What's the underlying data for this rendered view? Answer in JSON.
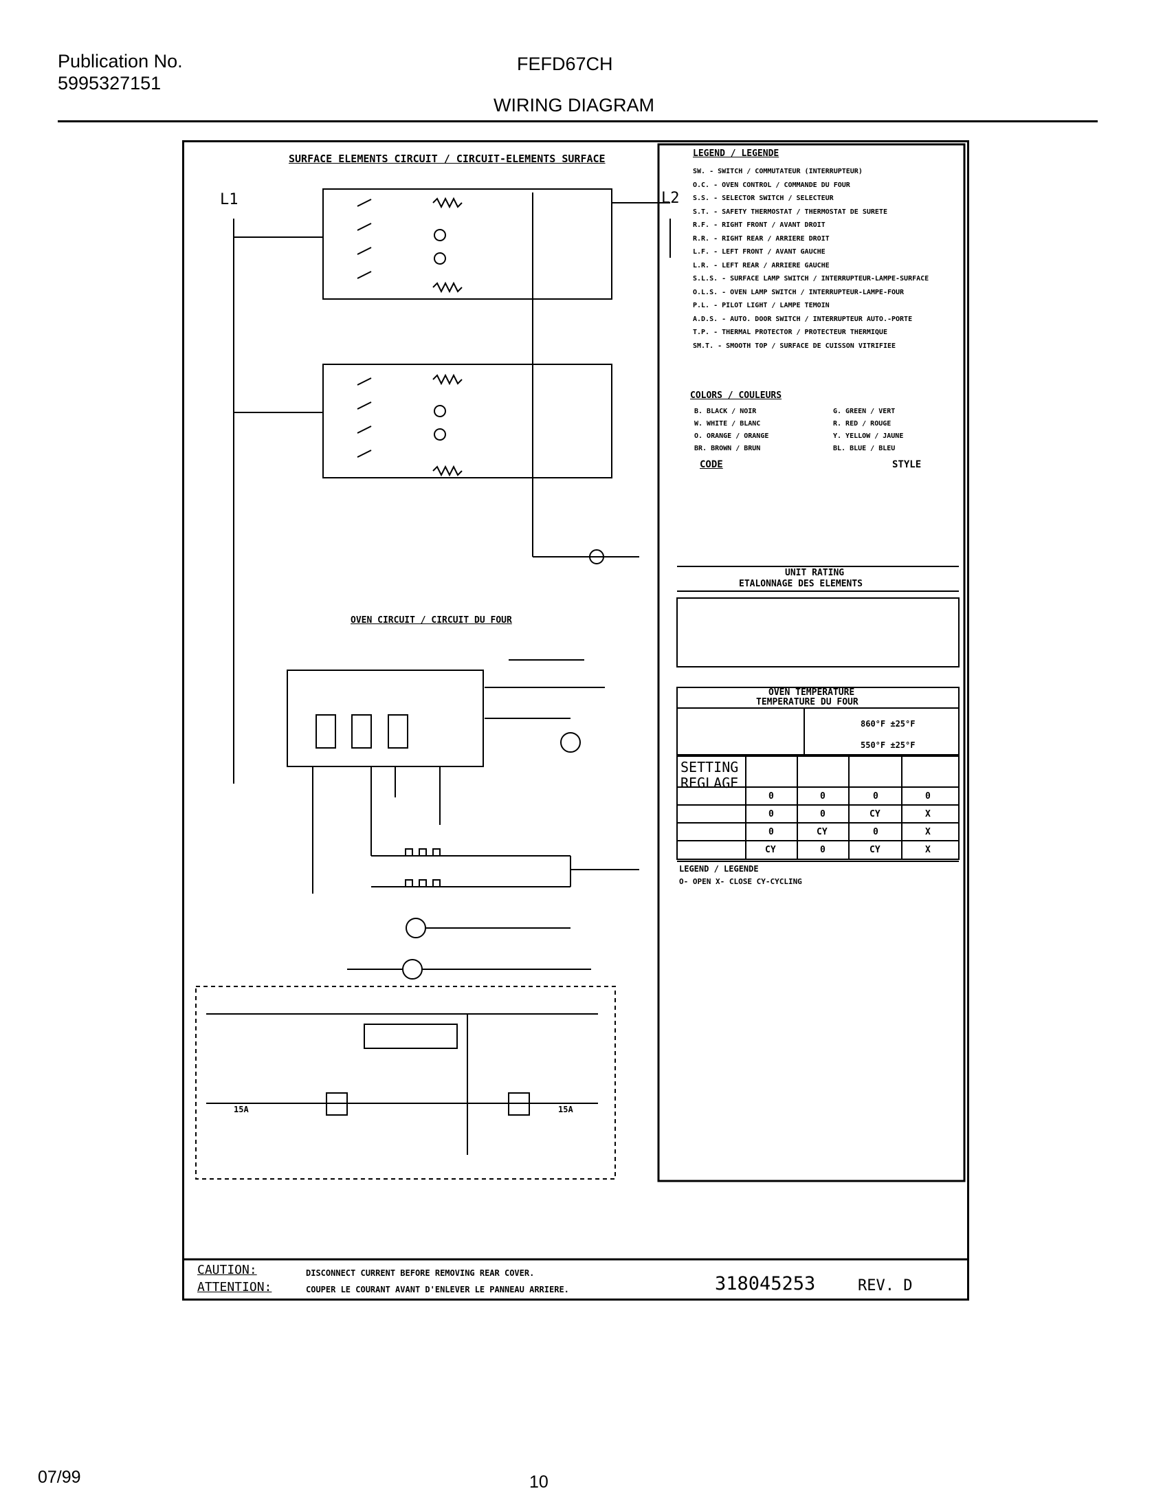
{
  "header": {
    "publication_label": "Publication No.",
    "publication_number": "5995327151",
    "model": "FEFD67CH",
    "title": "WIRING DIAGRAM"
  },
  "diagram": {
    "surface_title": "SURFACE ELEMENTS CIRCUIT / CIRCUIT-ELEMENTS SURFACE",
    "oven_title": "OVEN CIRCUIT / CIRCUIT DU FOUR",
    "l1": "L1",
    "l2": "L2",
    "legend_title": "LEGEND / LEGENDE",
    "legend_items": [
      "SW. - SWITCH / COMMUTATEUR (INTERRUPTEUR)",
      "O.C. - OVEN CONTROL / COMMANDE DU FOUR",
      "S.S. - SELECTOR SWITCH / SELECTEUR",
      "S.T. - SAFETY THERMOSTAT / THERMOSTAT DE SURETE",
      "R.F. - RIGHT FRONT / AVANT DROIT",
      "R.R. - RIGHT REAR / ARRIERE DROIT",
      "L.F. - LEFT FRONT / AVANT GAUCHE",
      "L.R. - LEFT REAR / ARRIERE GAUCHE",
      "S.L.S. - SURFACE LAMP SWITCH / INTERRUPTEUR-LAMPE-SURFACE",
      "O.L.S. - OVEN LAMP SWITCH / INTERRUPTEUR-LAMPE-FOUR",
      "P.L. - PILOT LIGHT / LAMPE TEMOIN",
      "A.D.S. - AUTO. DOOR SWITCH / INTERRUPTEUR AUTO.-PORTE",
      "T.P. - THERMAL PROTECTOR / PROTECTEUR THERMIQUE",
      "SM.T. - SMOOTH TOP / SURFACE DE CUISSON VITRIFIEE"
    ],
    "colors_title": "COLORS / COULEURS",
    "colors_left": [
      "B. BLACK / NOIR",
      "W. WHITE / BLANC",
      "O. ORANGE / ORANGE",
      "BR. BROWN / BRUN"
    ],
    "colors_right": [
      "G. GREEN / VERT",
      "R. RED / ROUGE",
      "Y. YELLOW / JAUNE",
      "BL. BLUE / BLEU"
    ],
    "code_title": "CODE",
    "style_title": "STYLE",
    "unit_rating_title": "UNIT RATING",
    "unit_rating_fr": "ETALONNAGE DES ELEMENTS",
    "oven_temp_title": "OVEN TEMPERATURE",
    "oven_temp_fr": "TEMPERATURE DU FOUR",
    "cleaning_temp": "860°F ±25°F",
    "door_lock_temp": "550°F ±25°F",
    "setting": "SETTING",
    "reglage": "REGLAGE",
    "setting_rows": [
      [
        "0",
        "0",
        "0",
        "0"
      ],
      [
        "0",
        "0",
        "CY",
        "X"
      ],
      [
        "0",
        "CY",
        "0",
        "X"
      ],
      [
        "CY",
        "0",
        "CY",
        "X"
      ]
    ],
    "legend2_title": "LEGEND / LEGENDE",
    "legend2_line": "O- OPEN   X- CLOSE   CY-CYCLING",
    "fuse_left": "15A",
    "fuse_right": "15A",
    "caution_label": "CAUTION:",
    "attention_label": "ATTENTION:",
    "caution_text": "DISCONNECT CURRENT BEFORE REMOVING REAR COVER.",
    "attention_text": "COUPER LE COURANT AVANT D'ENLEVER LE PANNEAU ARRIERE.",
    "part_number": "318045253",
    "revision": "REV. D"
  },
  "footer": {
    "date": "07/99",
    "page": "10"
  }
}
